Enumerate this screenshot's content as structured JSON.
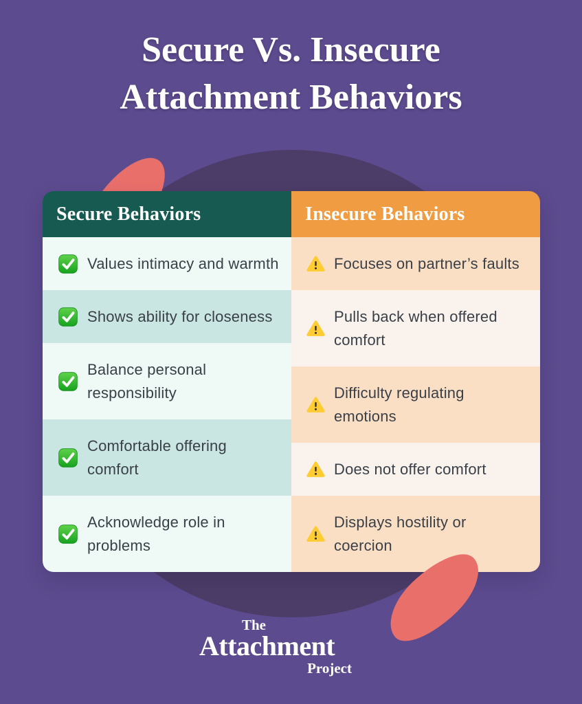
{
  "title": {
    "line1": "Secure Vs. Insecure",
    "line2": "Attachment Behaviors"
  },
  "table": {
    "columns": [
      {
        "header": "Secure Behaviors",
        "icon": "green-check",
        "items": [
          "Values intimacy and warmth",
          "Shows ability for closeness",
          "Balance personal responsibility",
          "Comfortable offering comfort",
          "Acknowledge role in problems"
        ]
      },
      {
        "header": "Insecure Behaviors",
        "icon": "warning-triangle",
        "items": [
          "Focuses on partner’s faults",
          "Pulls back when offered comfort",
          "Difficulty regulating emotions",
          "Does not offer comfort",
          "Displays hostility or coercion"
        ]
      }
    ]
  },
  "logo": {
    "line1": "The",
    "line2": "Attachment",
    "line3": "Project"
  },
  "colors": {
    "background": "#5C4B8E",
    "dark_circle": "#4C3C68",
    "coral_blob": "#E96F6B",
    "secure_header_bg": "#175A52",
    "insecure_header_bg": "#F09C42",
    "secure_row_light": "#EFFAF7",
    "secure_row_dark": "#C9E6E2",
    "insecure_row_dark": "#FBDFC5",
    "insecure_row_light": "#FAF3ED",
    "body_text": "#3A4048",
    "header_text": "#FFFFFF"
  }
}
